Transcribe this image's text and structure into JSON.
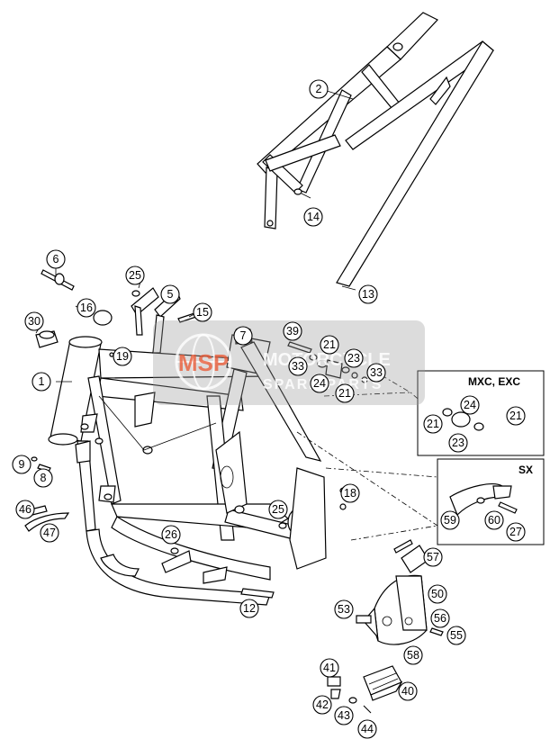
{
  "watermark": {
    "logo": "MSP",
    "line1": "MOTORCYCLE",
    "line2": "SPARE PARTS"
  },
  "insets": {
    "mxc_exc": {
      "title": "MXC, EXC"
    },
    "sx": {
      "title": "SX"
    }
  },
  "callouts": [
    {
      "id": "c2",
      "label": "2"
    },
    {
      "id": "c14",
      "label": "14"
    },
    {
      "id": "c13",
      "label": "13"
    },
    {
      "id": "c6",
      "label": "6"
    },
    {
      "id": "c25a",
      "label": "25"
    },
    {
      "id": "c5",
      "label": "5"
    },
    {
      "id": "c16",
      "label": "16"
    },
    {
      "id": "c15",
      "label": "15"
    },
    {
      "id": "c30",
      "label": "30"
    },
    {
      "id": "c7",
      "label": "7"
    },
    {
      "id": "c19",
      "label": "19"
    },
    {
      "id": "c39",
      "label": "39"
    },
    {
      "id": "c21a",
      "label": "21"
    },
    {
      "id": "c33a",
      "label": "33"
    },
    {
      "id": "c23a",
      "label": "23"
    },
    {
      "id": "c24a",
      "label": "24"
    },
    {
      "id": "c33b",
      "label": "33"
    },
    {
      "id": "c21b",
      "label": "21"
    },
    {
      "id": "c1",
      "label": "1"
    },
    {
      "id": "c24b",
      "label": "24"
    },
    {
      "id": "c21c",
      "label": "21"
    },
    {
      "id": "c21d",
      "label": "21"
    },
    {
      "id": "c23b",
      "label": "23"
    },
    {
      "id": "c9",
      "label": "9"
    },
    {
      "id": "c8",
      "label": "8"
    },
    {
      "id": "c18",
      "label": "18"
    },
    {
      "id": "c46",
      "label": "46"
    },
    {
      "id": "c25b",
      "label": "25"
    },
    {
      "id": "c47",
      "label": "47"
    },
    {
      "id": "c26",
      "label": "26"
    },
    {
      "id": "c59",
      "label": "59"
    },
    {
      "id": "c60",
      "label": "60"
    },
    {
      "id": "c27",
      "label": "27"
    },
    {
      "id": "c57",
      "label": "57"
    },
    {
      "id": "c12",
      "label": "12"
    },
    {
      "id": "c50",
      "label": "50"
    },
    {
      "id": "c53",
      "label": "53"
    },
    {
      "id": "c56",
      "label": "56"
    },
    {
      "id": "c55",
      "label": "55"
    },
    {
      "id": "c58",
      "label": "58"
    },
    {
      "id": "c41",
      "label": "41"
    },
    {
      "id": "c40",
      "label": "40"
    },
    {
      "id": "c42",
      "label": "42"
    },
    {
      "id": "c43",
      "label": "43"
    },
    {
      "id": "c44",
      "label": "44"
    }
  ]
}
